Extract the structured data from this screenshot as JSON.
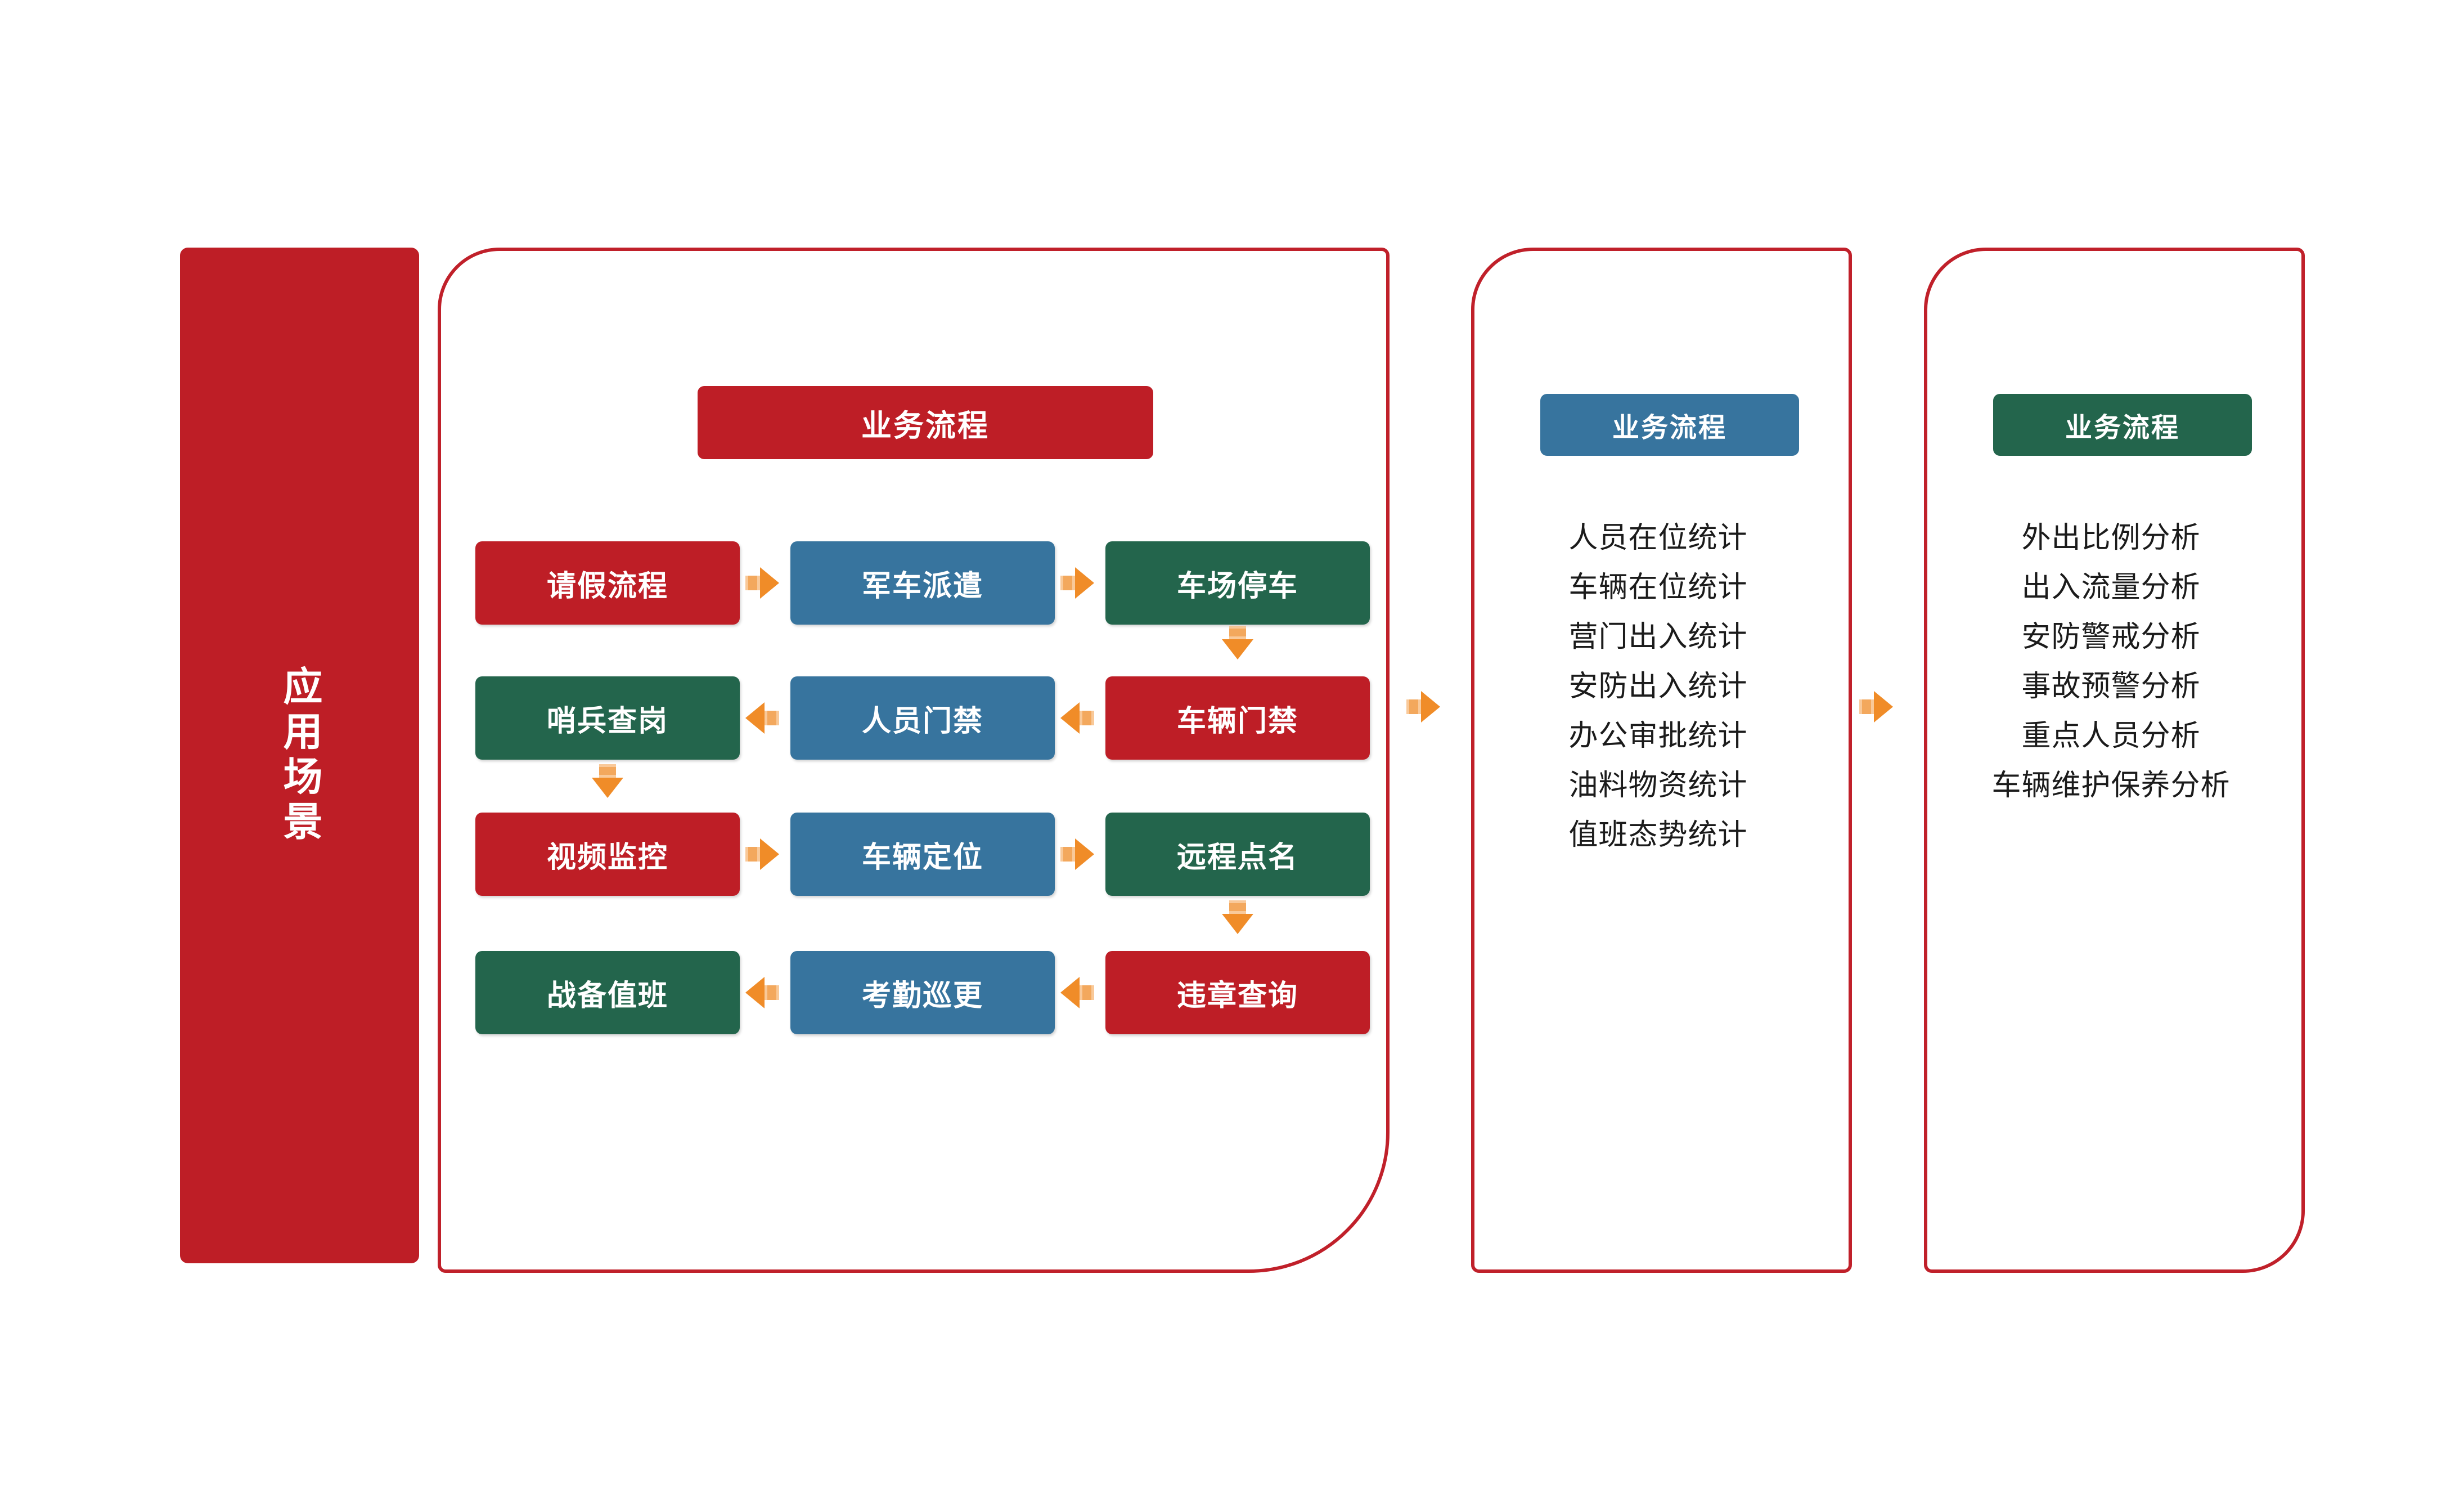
{
  "diagram": {
    "title": "应用场景",
    "colors": {
      "red": "#BE1E26",
      "blue": "#37749E",
      "green": "#23654C",
      "arrow_orange": "#F08C28",
      "outline_red": "#C0202A",
      "text_dark": "#1b1b1b"
    }
  },
  "scenario_banner": {
    "label": "应用场景"
  },
  "process_panel": {
    "header": "业务流程",
    "rows": [
      {
        "boxes": [
          {
            "label": "请假流程",
            "color": "red"
          },
          {
            "label": "军车派遣",
            "color": "blue"
          },
          {
            "label": "车场停车",
            "color": "green"
          }
        ],
        "direction": "right"
      },
      {
        "boxes": [
          {
            "label": "哨兵查岗",
            "color": "green"
          },
          {
            "label": "人员门禁",
            "color": "blue"
          },
          {
            "label": "车辆门禁",
            "color": "red"
          }
        ],
        "direction": "left"
      },
      {
        "boxes": [
          {
            "label": "视频监控",
            "color": "red"
          },
          {
            "label": "车辆定位",
            "color": "blue"
          },
          {
            "label": "远程点名",
            "color": "green"
          }
        ],
        "direction": "right"
      },
      {
        "boxes": [
          {
            "label": "战备值班",
            "color": "green"
          },
          {
            "label": "考勤巡更",
            "color": "blue"
          },
          {
            "label": "违章查询",
            "color": "red"
          }
        ],
        "direction": "left"
      }
    ]
  },
  "stats_panel": {
    "header": "业务流程",
    "items": [
      "人员在位统计",
      "车辆在位统计",
      "营门出入统计",
      "安防出入统计",
      "办公审批统计",
      "油料物资统计",
      "值班态势统计"
    ]
  },
  "analysis_panel": {
    "header": "业务流程",
    "items": [
      "外出比例分析",
      "出入流量分析",
      "安防警戒分析",
      "事故预警分析",
      "重点人员分析",
      "车辆维护保养分析"
    ]
  }
}
